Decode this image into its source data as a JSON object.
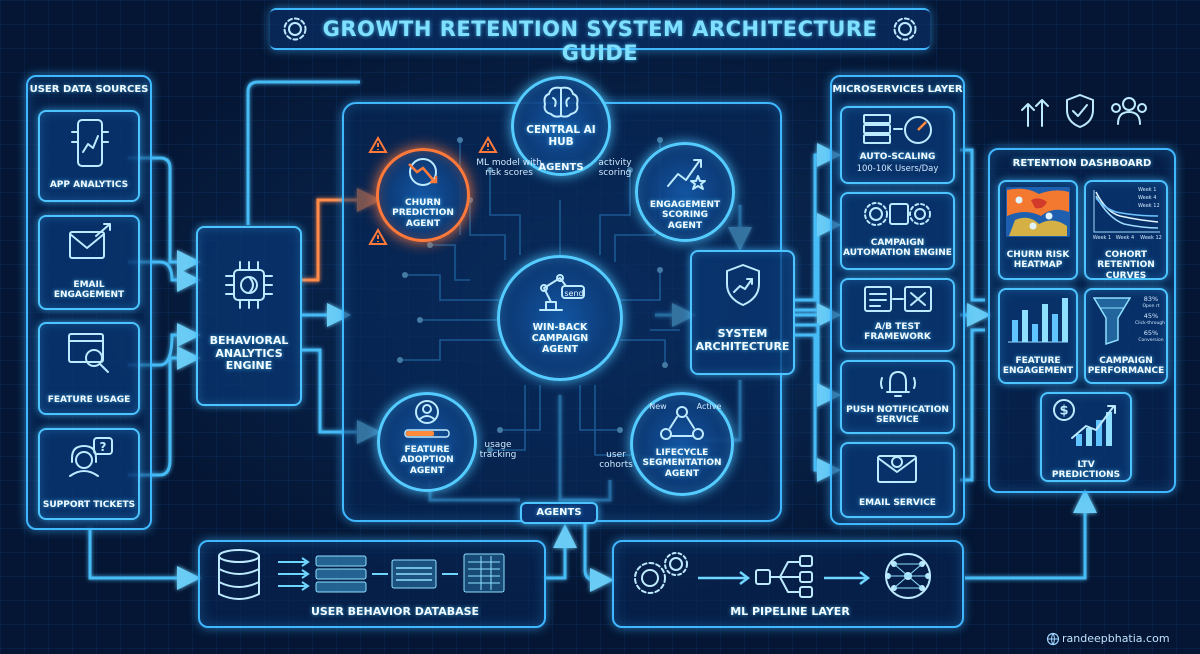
{
  "title": "GROWTH RETENTION SYSTEM ARCHITECTURE GUIDE",
  "watermark": "randeepbhatia.com",
  "sources": {
    "heading": "USER DATA SOURCES",
    "items": [
      "APP ANALYTICS",
      "EMAIL ENGAGEMENT",
      "FEATURE USAGE",
      "SUPPORT TICKETS"
    ]
  },
  "behavioral_engine": "BEHAVIORAL ANALYTICS ENGINE",
  "hub": {
    "title": "CENTRAL AI HUB",
    "agents_top": "AGENTS",
    "agents_bottom": "AGENTS",
    "churn_agent": "CHURN PREDICTION AGENT",
    "engagement_agent": "ENGAGEMENT SCORING AGENT",
    "winback_agent": "WIN-BACK CAMPAIGN AGENT",
    "feature_agent": "FEATURE ADOPTION AGENT",
    "lifecycle_agent": "LIFECYCLE SEGMENTATION AGENT",
    "note_ml": "ML model with risk scores",
    "note_activity": "activity scoring",
    "note_usage": "usage tracking",
    "note_cohorts": "user cohorts",
    "send_label": "send",
    "lifecycle_new": "New",
    "lifecycle_active": "Active"
  },
  "system_architecture": "SYSTEM ARCHITECTURE",
  "microservices": {
    "heading": "MICROSERVICES LAYER",
    "autoscaling": "AUTO-SCALING",
    "autoscaling_sub": "100-10K Users/Day",
    "campaign_automation": "CAMPAIGN AUTOMATION ENGINE",
    "ab_test": "A/B TEST FRAMEWORK",
    "push": "PUSH NOTIFICATION SERVICE",
    "email": "EMAIL SERVICE"
  },
  "dashboard": {
    "heading": "RETENTION DASHBOARD",
    "churn_heatmap": "CHURN RISK HEATMAP",
    "cohort_curves": "COHORT RETENTION CURVES",
    "feature_engagement": "FEATURE ENGAGEMENT",
    "campaign_performance": "CAMPAIGN PERFORMANCE",
    "ltv": "LTV PREDICTIONS",
    "funnel_top": "83%",
    "funnel_top_label": "Open rt",
    "funnel_mid": "45%",
    "funnel_mid_label": "Click-through",
    "funnel_bot": "65%",
    "funnel_bot_label": "Conversion",
    "legend_w1": "Week 1",
    "legend_w4": "Week 4",
    "legend_w12": "Week 12",
    "axis_w1": "Week 1",
    "axis_w4": "Week 4",
    "axis_w12": "Week 12"
  },
  "user_db": "USER BEHAVIOR DATABASE",
  "ml_pipeline": "ML PIPELINE LAYER",
  "colors": {
    "accent": "#3fb8ff",
    "alert": "#ff7a3a",
    "background": "#051634",
    "title": "#7fe0ff"
  }
}
